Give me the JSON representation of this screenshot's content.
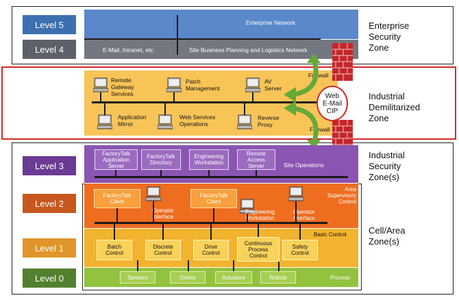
{
  "levels": {
    "l5": "Level 5",
    "l4": "Level 4",
    "l3": "Level 3",
    "l2": "Level 2",
    "l1": "Level 1",
    "l0": "Level 0"
  },
  "zones": {
    "enterprise": [
      "Enterprise",
      "Security",
      "Zone"
    ],
    "idmz": [
      "Industrial",
      "Demilitarized",
      "Zone"
    ],
    "industrial": [
      "Industrial",
      "Security",
      "Zone(s)"
    ],
    "cellarea": [
      "Cell/Area",
      "Zone(s)"
    ]
  },
  "enterprise": {
    "network": "Enterprise Network",
    "email": "E-Mail, Intranet, etc.",
    "planning": "Site Business Planning and Logistics Network"
  },
  "firewall": {
    "top": "Firewall",
    "bottom": "Firewall"
  },
  "dmz": {
    "remote_gateway": [
      "Remote",
      "Gateway",
      "Services"
    ],
    "patch": [
      "Patch",
      "Management"
    ],
    "av": [
      "AV",
      "Server"
    ],
    "app_mirror": [
      "Application",
      "Mirror"
    ],
    "web_services": [
      "Web Services",
      "Operations"
    ],
    "reverse_proxy": [
      "Reverse",
      "Proxy"
    ],
    "protocols": [
      "Web",
      "E-Mail",
      "CIP"
    ]
  },
  "level3": {
    "ft_app": [
      "FactoryTalk",
      "Application",
      "Server"
    ],
    "ft_dir": [
      "FactoryTalk",
      "Directory"
    ],
    "eng_ws": [
      "Engineering",
      "Workstation"
    ],
    "remote_access": [
      "Remote",
      "Access",
      "Server"
    ],
    "site_ops": "Site Operations"
  },
  "level2": {
    "ft_client1": [
      "FactoryTalk",
      "Client"
    ],
    "op_if1": [
      "Operator",
      "Interface"
    ],
    "ft_client2": [
      "FactoryTalk",
      "Client"
    ],
    "eng_ws": [
      "Engineering",
      "Workstation"
    ],
    "op_if2": [
      "Operator",
      "Interface"
    ],
    "area": [
      "Area",
      "Supervisory",
      "Control"
    ]
  },
  "level1": {
    "batch": [
      "Batch",
      "Control"
    ],
    "discrete": [
      "Discrete",
      "Control"
    ],
    "drive": [
      "Drive",
      "Control"
    ],
    "continuous": [
      "Continuous",
      "Process",
      "Control"
    ],
    "safety": [
      "Safety",
      "Control"
    ],
    "basic": "Basic Control"
  },
  "level0": {
    "sensors": "Sensors",
    "drives": "Drives",
    "actuators": "Actuators",
    "robots": "Robots",
    "process": "Process"
  },
  "colors": {
    "l5": "#3d6fb0",
    "l4": "#5c6069",
    "l3": "#6b3a94",
    "l2": "#c7571d",
    "l1": "#e0952a",
    "l0": "#53802f",
    "dmz_border": "#d42a2a",
    "arrow": "#66a83a"
  }
}
